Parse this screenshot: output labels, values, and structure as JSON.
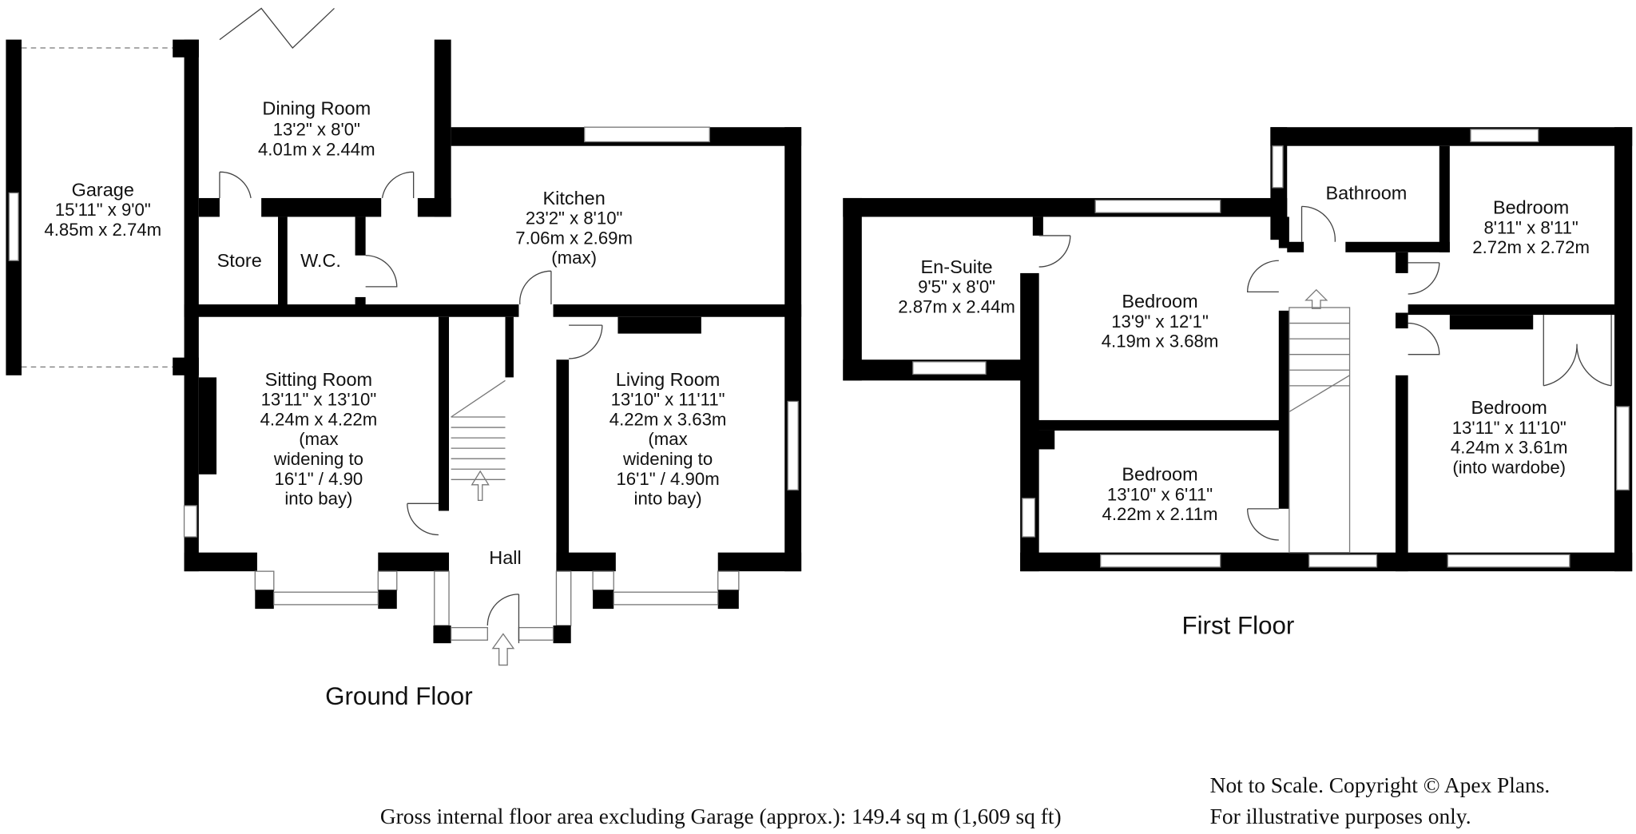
{
  "ground_floor": {
    "label": "Ground Floor",
    "rooms": [
      {
        "name": "Garage",
        "imperial": "15'11\" x 9'0\"",
        "metric": "4.85m x 2.74m"
      },
      {
        "name": "Dining Room",
        "imperial": "13'2\" x 8'0\"",
        "metric": "4.01m x 2.44m"
      },
      {
        "name": "Kitchen",
        "imperial": "23'2\" x 8'10\"",
        "metric": "7.06m x 2.69m",
        "note": "(max)"
      },
      {
        "name": "Store"
      },
      {
        "name": "W.C."
      },
      {
        "name": "Sitting Room",
        "imperial": "13'11\" x 13'10\"",
        "metric": "4.24m x 4.22m",
        "note": [
          "(max",
          "widening to",
          "16'1\" / 4.90",
          "into bay)"
        ]
      },
      {
        "name": "Living Room",
        "imperial": "13'10\" x 11'11\"",
        "metric": "4.22m x 3.63m",
        "note": [
          "(max",
          "widening to",
          "16'1\" / 4.90m",
          "into bay)"
        ]
      },
      {
        "name": "Hall"
      }
    ]
  },
  "first_floor": {
    "label": "First Floor",
    "rooms": [
      {
        "name": "En-Suite",
        "imperial": "9'5\" x 8'0\"",
        "metric": "2.87m x 2.44m"
      },
      {
        "name": "Bedroom",
        "imperial": "13'9\" x 12'1\"",
        "metric": "4.19m x 3.68m"
      },
      {
        "name": "Bathroom"
      },
      {
        "name": "Bedroom",
        "imperial": "8'11\" x 8'11\"",
        "metric": "2.72m x 2.72m"
      },
      {
        "name": "Bedroom",
        "imperial": "13'11\" x 11'10\"",
        "metric": "4.24m x 3.61m",
        "note": "(into wardobe)"
      },
      {
        "name": "Bedroom",
        "imperial": "13'10\" x 6'11\"",
        "metric": "4.22m x 2.11m"
      }
    ]
  },
  "footer": {
    "area": "Gross internal floor area excluding Garage (approx.): 149.4 sq m (1,609 sq ft)",
    "copyright": "Not to Scale. Copyright © Apex Plans.",
    "disclaimer": "For illustrative purposes only."
  }
}
